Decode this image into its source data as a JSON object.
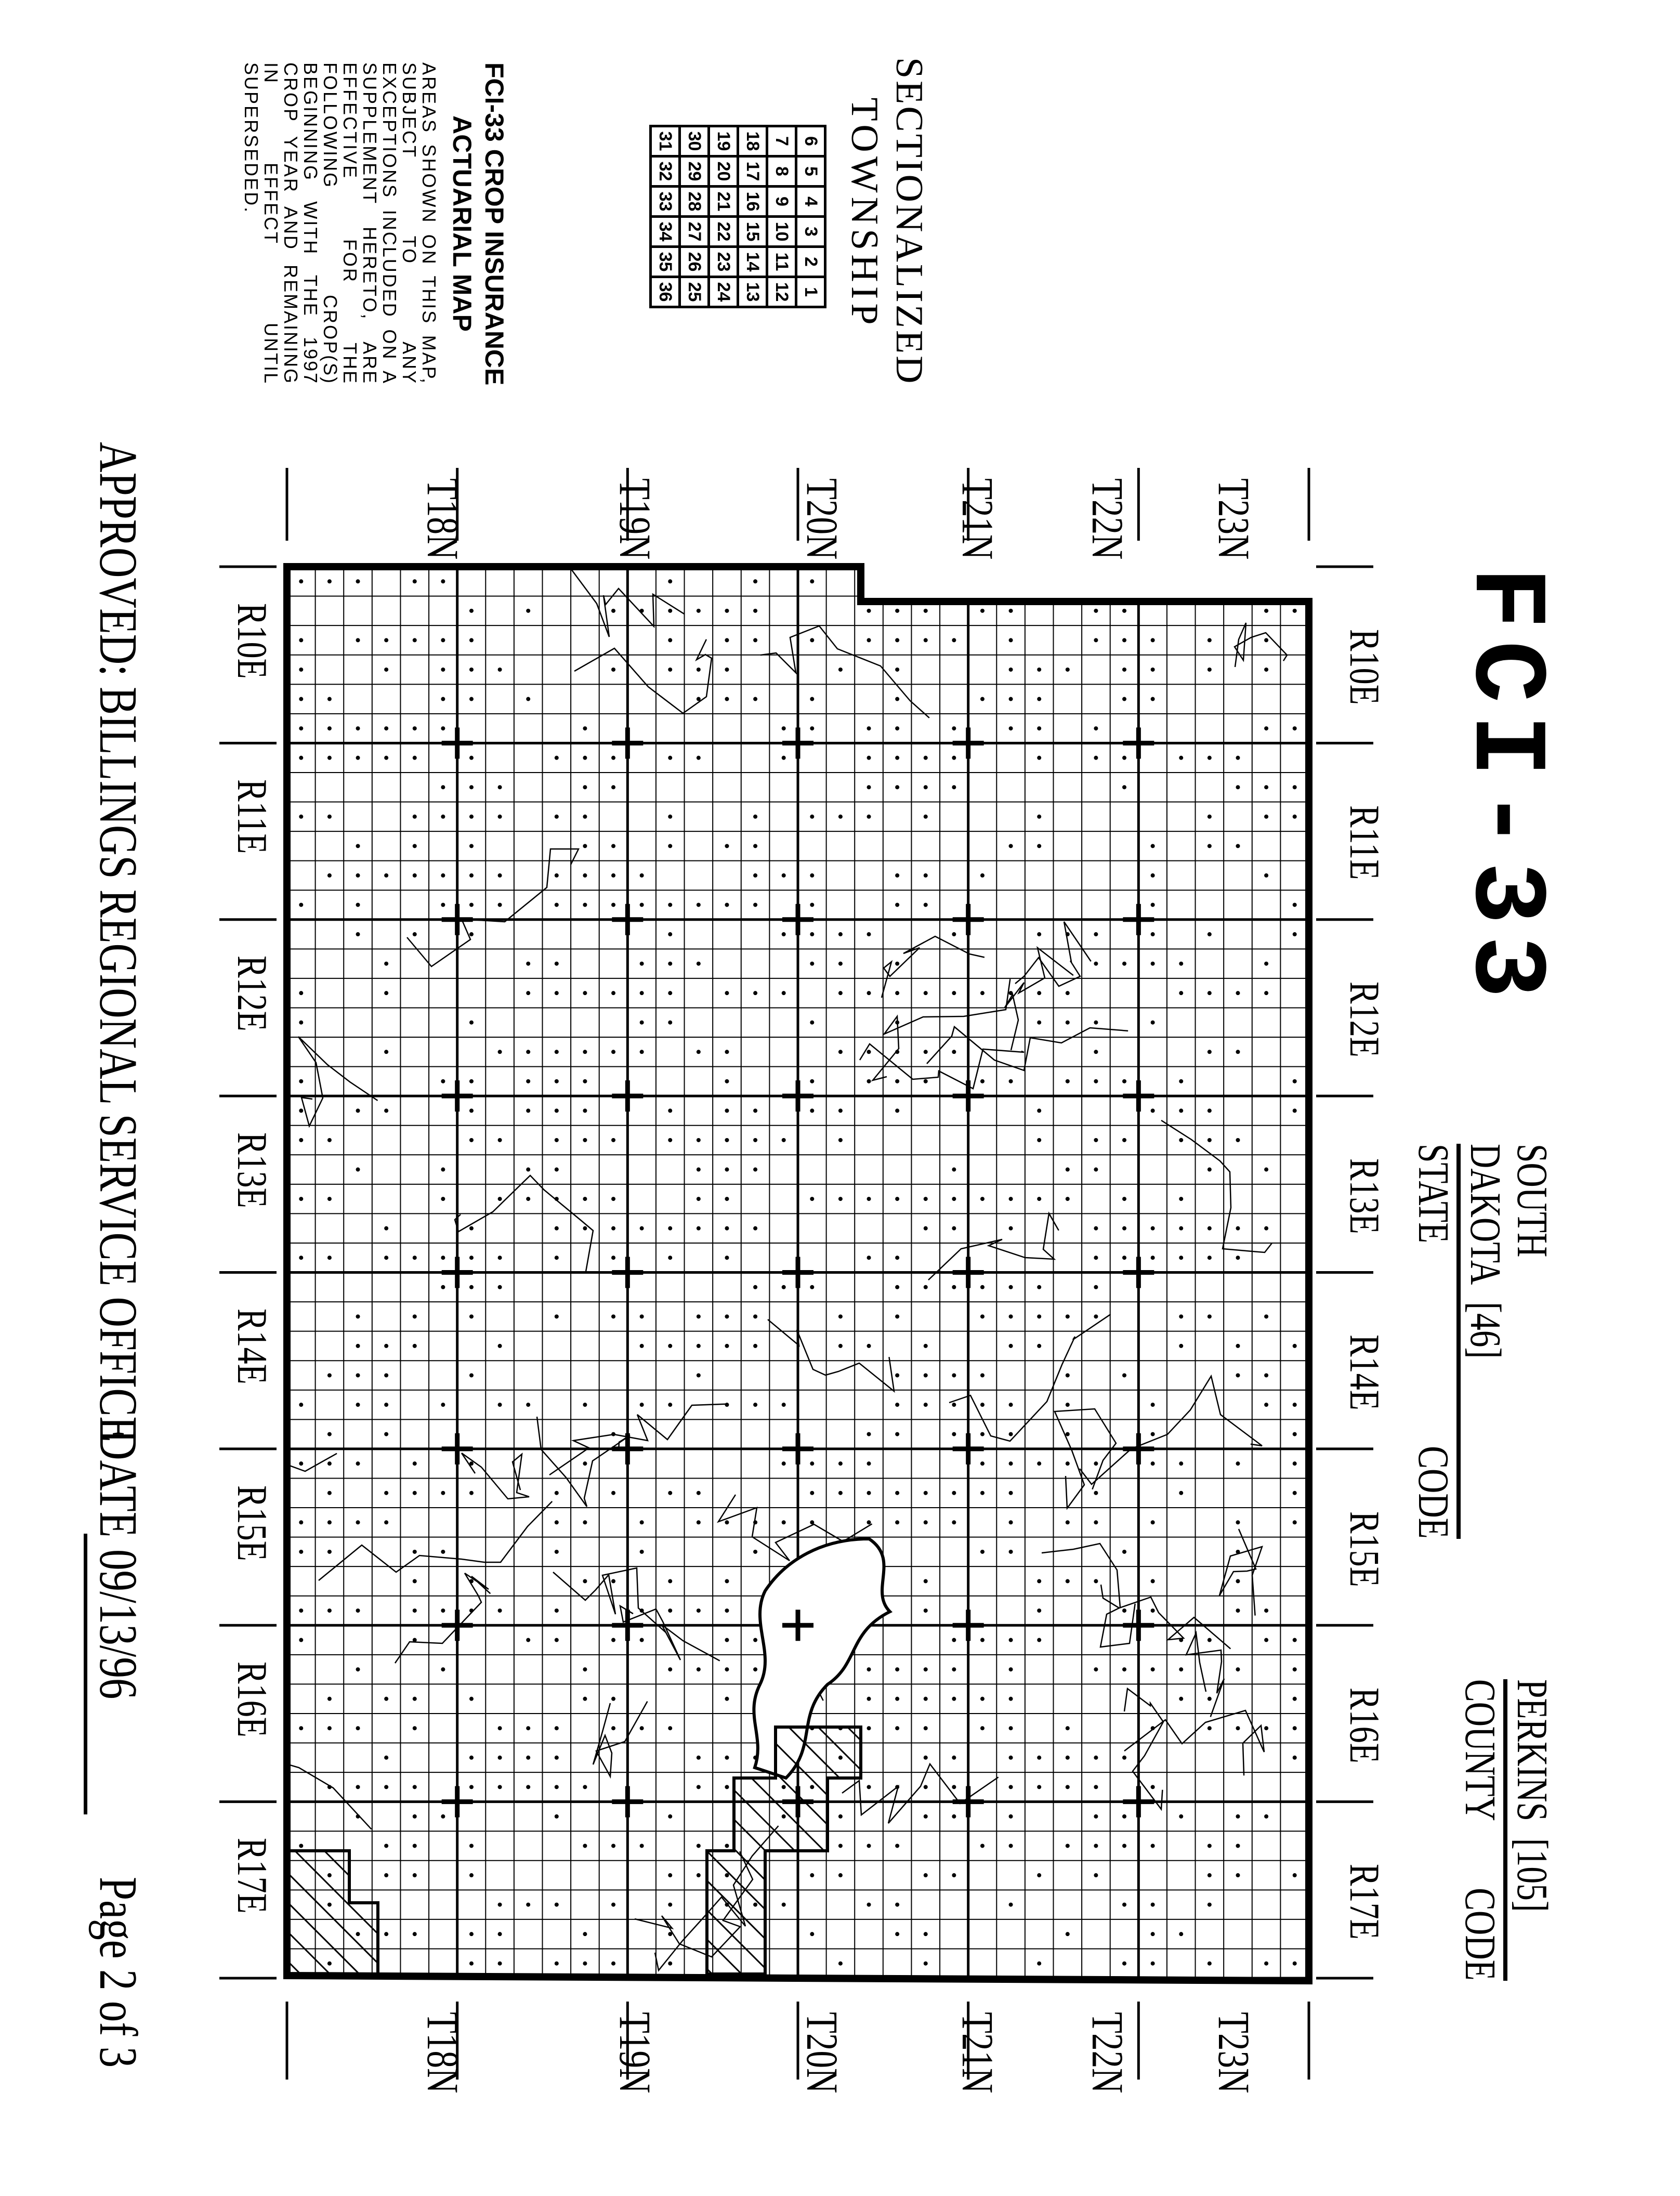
{
  "header": {
    "title": "FCI-33",
    "state_name": "SOUTH DAKOTA",
    "state_code": "[46]",
    "state_label": "STATE",
    "state_code_label": "CODE",
    "county_name": "PERKINS",
    "county_code": "[105]",
    "county_label": "COUNTY",
    "county_code_label": "CODE"
  },
  "township_diagram": {
    "title_line1": "SECTIONALIZED",
    "title_line2": "TOWNSHIP",
    "rows": [
      [
        "6",
        "5",
        "4",
        "3",
        "2",
        "1"
      ],
      [
        "7",
        "8",
        "9",
        "10",
        "11",
        "12"
      ],
      [
        "18",
        "17",
        "16",
        "15",
        "14",
        "13"
      ],
      [
        "19",
        "20",
        "21",
        "22",
        "23",
        "24"
      ],
      [
        "30",
        "29",
        "28",
        "27",
        "26",
        "25"
      ],
      [
        "31",
        "32",
        "33",
        "34",
        "35",
        "36"
      ]
    ]
  },
  "legend": {
    "heading_line1": "FCI-33 CROP INSURANCE",
    "heading_line2": "ACTUARIAL MAP",
    "note": "AREAS SHOWN ON THIS MAP, SUBJECT TO ANY EXCEPTIONS INCLUDED ON A SUPPLEMENT HERETO, ARE EFFECTIVE FOR THE FOLLOWING CROP(S) BEGINNING WITH THE 1997 CROP YEAR AND REMAINING IN EFFECT UNTIL SUPERSEDED."
  },
  "map": {
    "townships": [
      "T23N",
      "T22N",
      "T21N",
      "T20N",
      "T19N",
      "T18N"
    ],
    "ranges": [
      "R10E",
      "R11E",
      "R12E",
      "R13E",
      "R14E",
      "R15E",
      "R16E",
      "R17E"
    ]
  },
  "footer": {
    "approved": "APPROVED: BILLINGS REGIONAL SERVICE OFFICE",
    "date_label": "DATE",
    "date_value": "09/13/96",
    "page": "Page 2 of 3"
  }
}
